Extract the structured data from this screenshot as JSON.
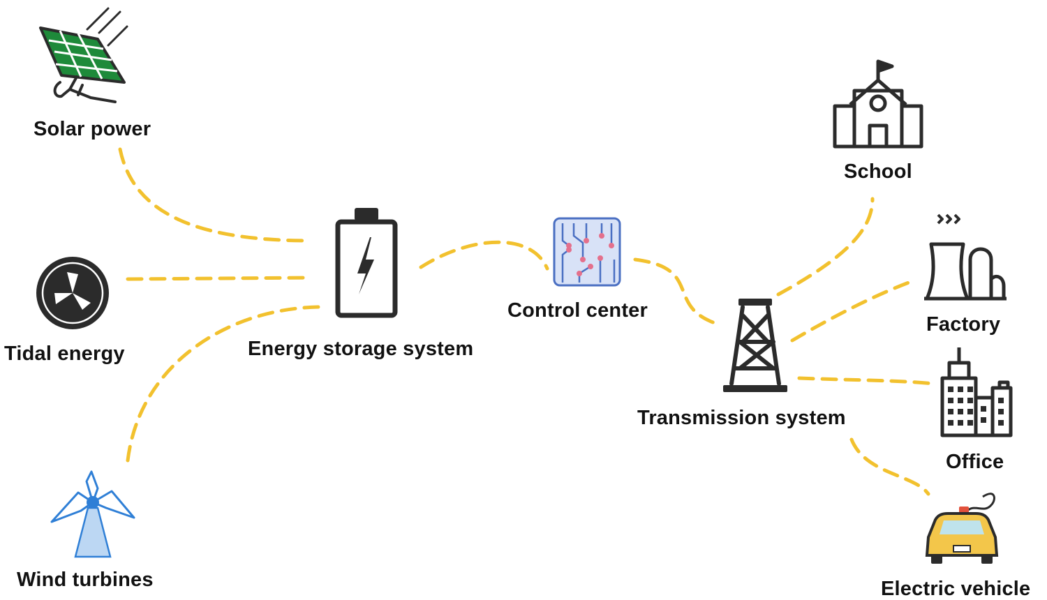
{
  "colors": {
    "link": "#f2c12e",
    "ink": "#2b2b2b",
    "solar_green": "#1e8a3a",
    "wind_blue": "#2f7fd6",
    "wind_fill": "#bcd7f3",
    "chip_bg": "#d8e2f7",
    "chip_line": "#4a6fc2",
    "chip_dot": "#e4708c",
    "car_yellow": "#f3c64a",
    "car_glass": "#bfe3ec",
    "plug_red": "#e2513c"
  },
  "nodes": {
    "solar": {
      "label": "Solar power",
      "icon": "solar-panel-icon"
    },
    "tidal": {
      "label": "Tidal energy",
      "icon": "tidal-turbine-icon"
    },
    "wind": {
      "label": "Wind turbines",
      "icon": "wind-turbine-icon"
    },
    "storage": {
      "label": "Energy storage system",
      "icon": "battery-icon"
    },
    "control": {
      "label": "Control center",
      "icon": "circuit-board-icon"
    },
    "transmission": {
      "label": "Transmission system",
      "icon": "transmission-tower-icon"
    },
    "school": {
      "label": "School",
      "icon": "school-icon"
    },
    "factory": {
      "label": "Factory",
      "icon": "factory-icon"
    },
    "office": {
      "label": "Office",
      "icon": "office-building-icon"
    },
    "ev": {
      "label": "Electric vehicle",
      "icon": "electric-car-icon"
    }
  }
}
